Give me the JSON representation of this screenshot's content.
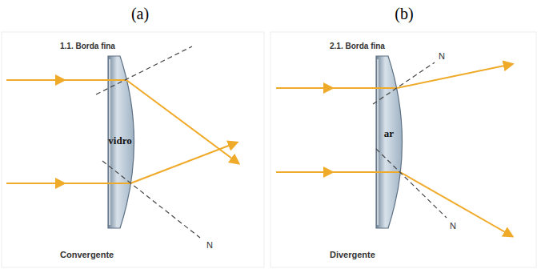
{
  "diagram": {
    "labels": [
      "(a)",
      "(b)",
      "1.1. Borda fina",
      "vidro",
      "Convergente",
      "N",
      "2.1. Borda fina",
      "ar",
      "Divergente",
      "N",
      "N"
    ]
  }
}
